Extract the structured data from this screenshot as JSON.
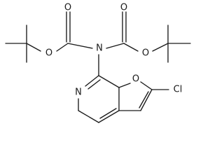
{
  "molecule": {
    "atoms": {
      "carbonyl_o_left": "O",
      "ester_o_left": "O",
      "carbonyl_o_right": "O",
      "ester_o_right": "O",
      "imide_n": "N",
      "pyridine_n": "N",
      "furan_o": "O",
      "chlorine": "Cl"
    }
  }
}
